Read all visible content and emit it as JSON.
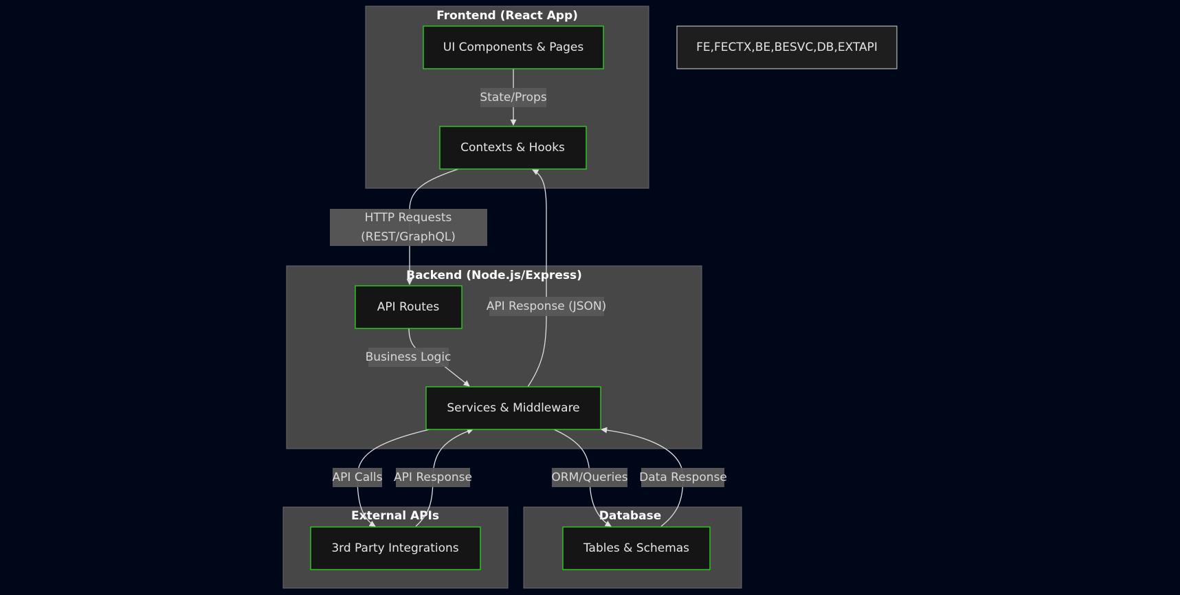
{
  "clusters": {
    "frontend": {
      "title": "Frontend (React App)"
    },
    "backend": {
      "title": "Backend (Node.js/Express)"
    },
    "external": {
      "title": "External APIs"
    },
    "database": {
      "title": "Database"
    }
  },
  "nodes": {
    "ui": "UI Components & Pages",
    "ctx": "Contexts & Hooks",
    "routes": "API Routes",
    "services": "Services & Middleware",
    "thirdparty": "3rd Party Integrations",
    "tables": "Tables & Schemas"
  },
  "note": "FE,FECTX,BE,BESVC,DB,EXTAPI",
  "edges": {
    "state_props": "State/Props",
    "http_line1": "HTTP Requests",
    "http_line2": "(REST/GraphQL)",
    "api_response_json": "API Response (JSON)",
    "business_logic": "Business Logic",
    "api_calls": "API Calls",
    "api_response": "API Response",
    "orm_queries": "ORM/Queries",
    "data_response": "Data Response"
  },
  "colors": {
    "background": "#000718",
    "cluster_fill": "#474747",
    "node_fill": "#151515",
    "node_border": "#2fcb22",
    "edge": "#e0e0e0",
    "edge_label_bg": "#5a5a5a"
  }
}
